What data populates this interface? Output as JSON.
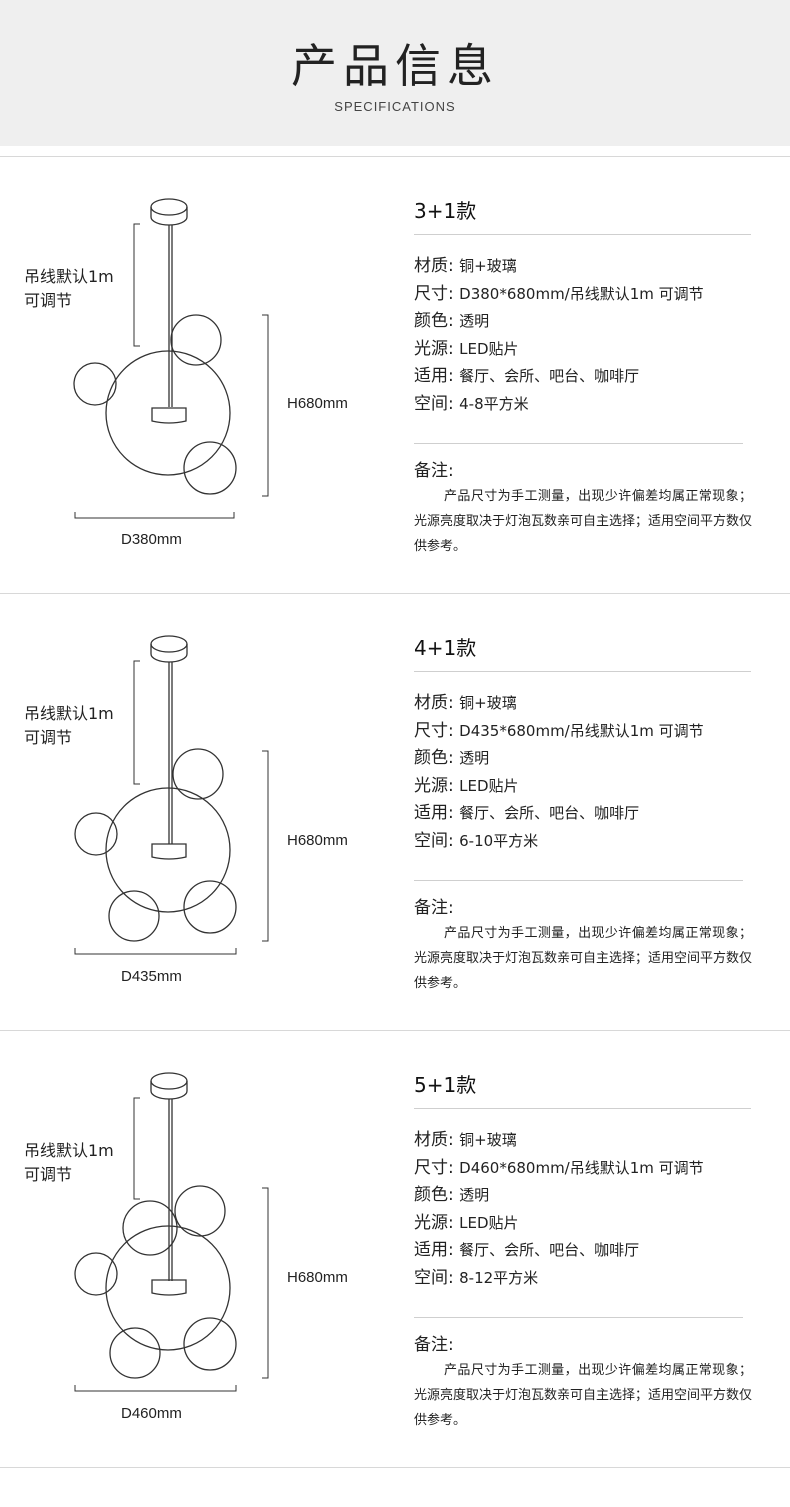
{
  "header": {
    "title": "产品信息",
    "subtitle": "SPECIFICATIONS"
  },
  "panels": [
    {
      "model": "3+1款",
      "cable_label": "吊线默认1m 可调节",
      "height_label": "H680mm",
      "diameter_label": "D380mm",
      "specs": [
        {
          "key": "材质:",
          "value": "铜+玻璃"
        },
        {
          "key": "尺寸:",
          "value": "D380*680mm/吊线默认1m 可调节"
        },
        {
          "key": "颜色:",
          "value": "透明"
        },
        {
          "key": "光源:",
          "value": "LED贴片"
        },
        {
          "key": "适用:",
          "value": "餐厅、会所、吧台、咖啡厅"
        },
        {
          "key": "空间:",
          "value": "4-8平方米"
        }
      ],
      "note_title": "备注:",
      "note": "产品尺寸为手工测量，出现少许偏差均属正常现象；光源亮度取决于灯泡瓦数亲可自主选择；适用空间平方数仅供参考。"
    },
    {
      "model": "4+1款",
      "cable_label": "吊线默认1m 可调节",
      "height_label": "H680mm",
      "diameter_label": "D435mm",
      "specs": [
        {
          "key": "材质:",
          "value": "铜+玻璃"
        },
        {
          "key": "尺寸:",
          "value": "D435*680mm/吊线默认1m 可调节"
        },
        {
          "key": "颜色:",
          "value": "透明"
        },
        {
          "key": "光源:",
          "value": "LED贴片"
        },
        {
          "key": "适用:",
          "value": "餐厅、会所、吧台、咖啡厅"
        },
        {
          "key": "空间:",
          "value": "6-10平方米"
        }
      ],
      "note_title": "备注:",
      "note": "产品尺寸为手工测量，出现少许偏差均属正常现象；光源亮度取决于灯泡瓦数亲可自主选择；适用空间平方数仅供参考。"
    },
    {
      "model": "5+1款",
      "cable_label": "吊线默认1m 可调节",
      "height_label": "H680mm",
      "diameter_label": "D460mm",
      "specs": [
        {
          "key": "材质:",
          "value": "铜+玻璃"
        },
        {
          "key": "尺寸:",
          "value": "D460*680mm/吊线默认1m 可调节"
        },
        {
          "key": "颜色:",
          "value": "透明"
        },
        {
          "key": "光源:",
          "value": "LED贴片"
        },
        {
          "key": "适用:",
          "value": "餐厅、会所、吧台、咖啡厅"
        },
        {
          "key": "空间:",
          "value": "8-12平方米"
        }
      ],
      "note_title": "备注:",
      "note": "产品尺寸为手工测量，出现少许偏差均属正常现象；光源亮度取决于灯泡瓦数亲可自主选择；适用空间平方数仅供参考。"
    }
  ]
}
